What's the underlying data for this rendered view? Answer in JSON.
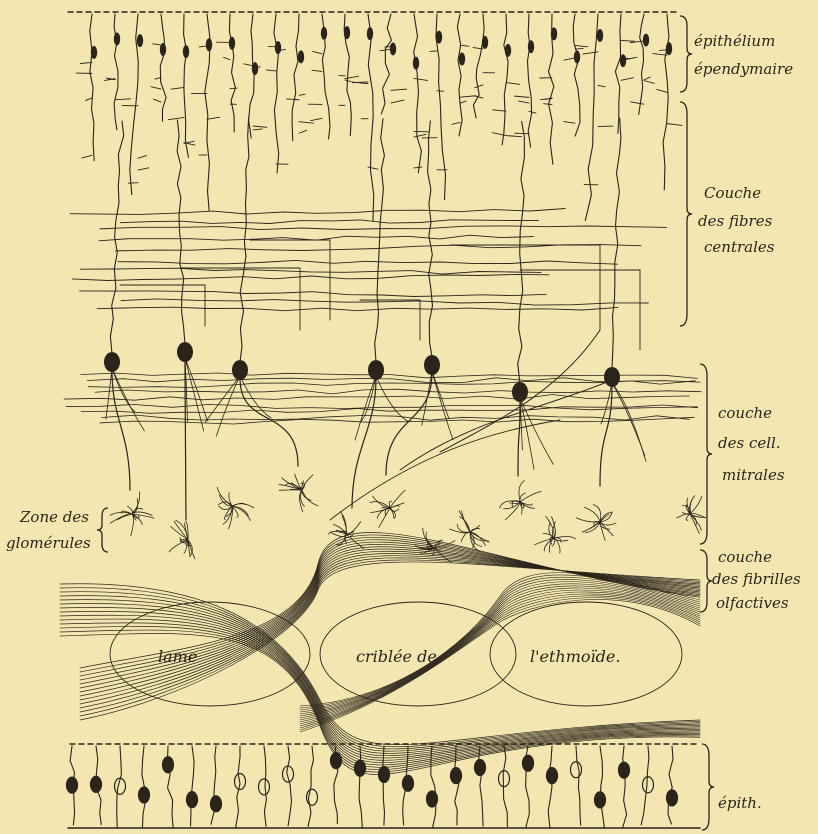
{
  "labels": {
    "epithelium_1": "épithélium",
    "epithelium_2": "épendymaire",
    "couche_fibres_1": "Couche",
    "couche_fibres_2": "des fibres",
    "couche_fibres_3": "centrales",
    "couche_mitrales_1": "couche",
    "couche_mitrales_2": "des cell.",
    "couche_mitrales_3": "mitrales",
    "zone_glomerules_1": "Zone des",
    "zone_glomerules_2": "glomérules",
    "couche_fibrilles_1": "couche",
    "couche_fibrilles_2": "des fibrilles",
    "couche_fibrilles_3": "olfactives",
    "lame": "lame",
    "criblee": "criblée de",
    "ethmoide": "l'ethmoïde.",
    "epith": "épith."
  },
  "colors": {
    "paper": "#f3e6b0",
    "ink": "#2a241b"
  }
}
